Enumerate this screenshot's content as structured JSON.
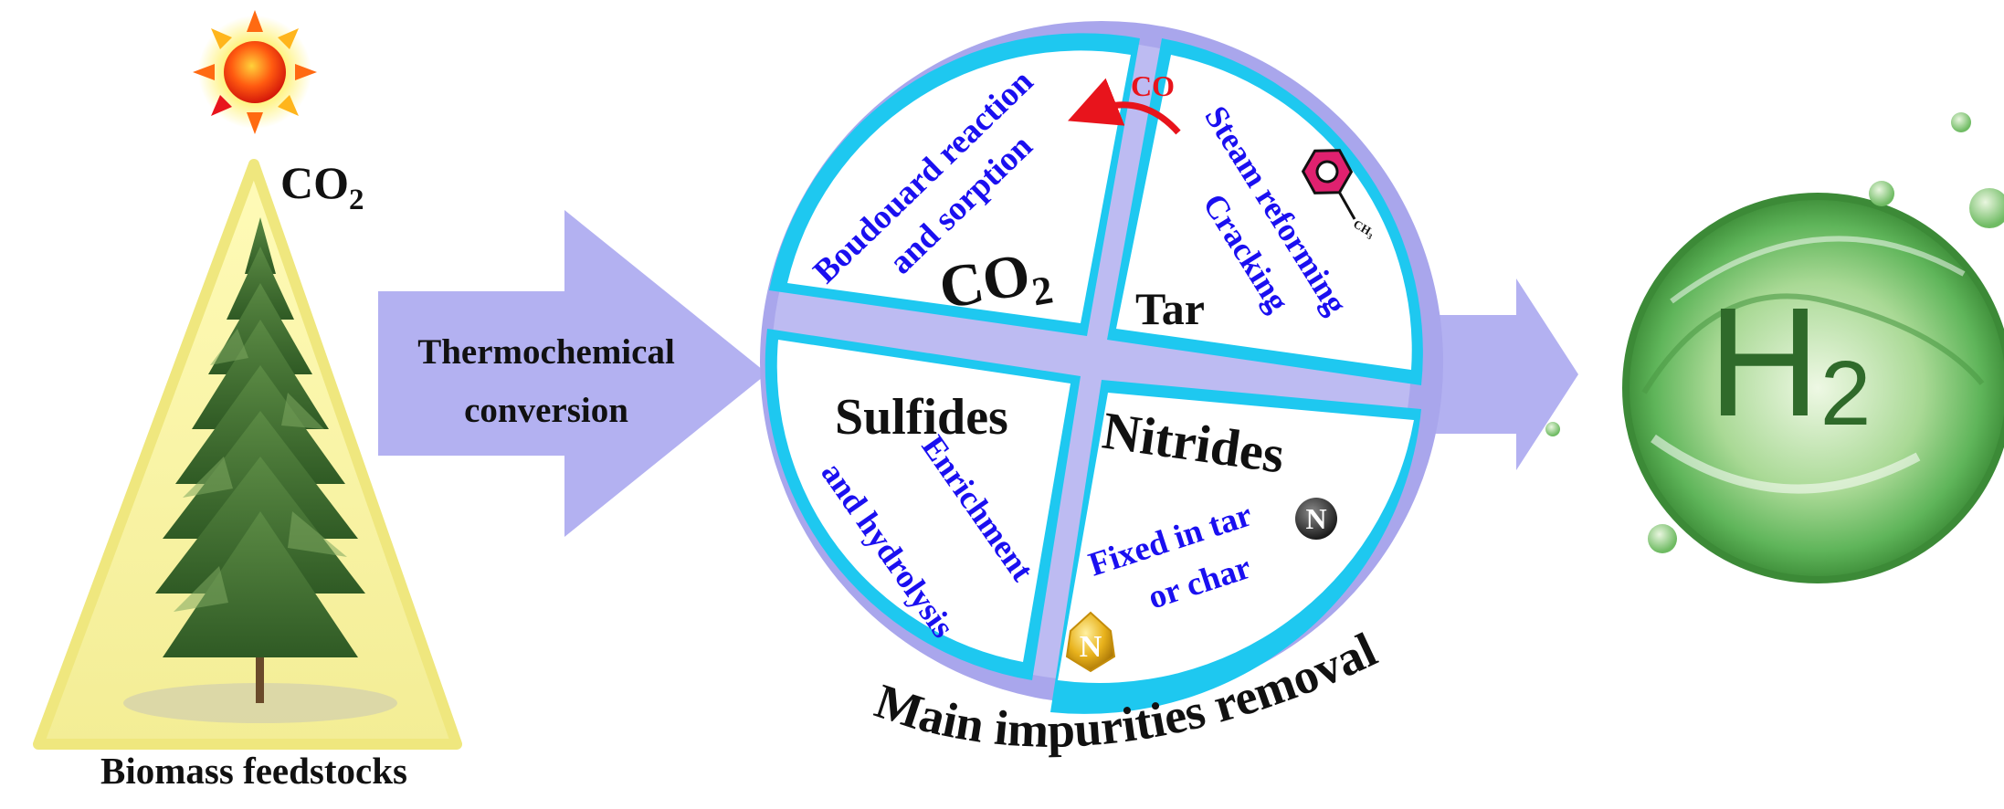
{
  "left_panel": {
    "co2_label": "CO",
    "co2_subscript": "2",
    "caption": "Biomass feedstocks"
  },
  "process_arrow": {
    "line1": "Thermochemical",
    "line2": "conversion"
  },
  "wheel": {
    "title": "Main impurities removal",
    "quadrants": {
      "co2": {
        "label": "CO",
        "label_subscript": "2",
        "desc_line1": "Boudouard reaction",
        "desc_line2": "and sorption",
        "product_label": "CO"
      },
      "tar": {
        "label": "Tar",
        "desc_line1": "Steam reforming",
        "desc_line2": "Cracking",
        "toluene_substituent": "CH",
        "toluene_substituent_subscript": "3"
      },
      "sulfides": {
        "label": "Sulfides",
        "desc_line1": "Enrichment",
        "desc_line2": "and hydrolysis"
      },
      "nitrides": {
        "label": "Nitrides",
        "desc_line1": "Fixed in tar",
        "desc_line2": "or char",
        "atom_label_dark": "N",
        "atom_label_gold": "N"
      }
    }
  },
  "product": {
    "symbol": "H",
    "subscript": "2"
  },
  "colors": {
    "arrow_fill": "#b3b1f1",
    "segment_border": "#1ec8f0",
    "wheel_rim": "#a9a6ec",
    "blue_text": "#1a0ff0",
    "red_text": "#e8141c",
    "bubble_green": "#5fb55a"
  },
  "icons": [
    "sun-icon",
    "tree-icon",
    "toluene-icon",
    "nitrogen-atom-icon",
    "gold-nitrogen-atom-icon",
    "water-bubble-icon"
  ]
}
